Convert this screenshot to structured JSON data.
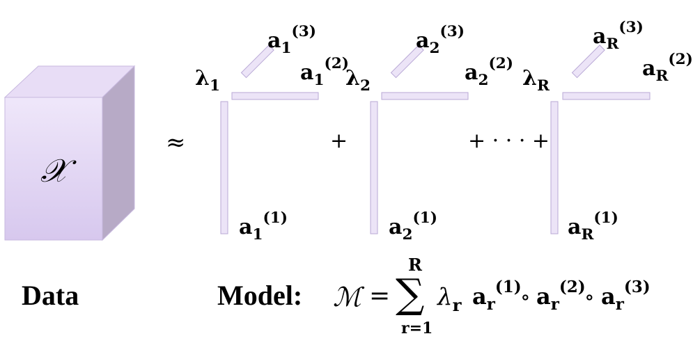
{
  "colors": {
    "bar_fill": "#ece4f7",
    "bar_stroke": "#b9a9d6",
    "cube_front_top": "#efe7fa",
    "cube_front_bottom": "#d7c8ee",
    "cube_top": "#e8ddf6",
    "cube_side": "#b7aac6",
    "cube_stroke": "#c7b8df"
  },
  "cube": {
    "symbol": "𝒳"
  },
  "approx": "≈",
  "plus": "+",
  "plus_dots": "+ · · · +",
  "terms": [
    {
      "lambda": "λ",
      "index": "1",
      "a3_sub": "1",
      "a3_sup": "(3)",
      "a2_sub": "1",
      "a2_sup": "(2)",
      "a1_sub": "1",
      "a1_sup": "(1)"
    },
    {
      "lambda": "λ",
      "index": "2",
      "a3_sub": "2",
      "a3_sup": "(3)",
      "a2_sub": "2",
      "a2_sup": "(2)",
      "a1_sub": "2",
      "a1_sup": "(1)"
    },
    {
      "lambda": "λ",
      "index": "R",
      "a3_sub": "R",
      "a3_sup": "(3)",
      "a2_sub": "R",
      "a2_sup": "(2)",
      "a1_sub": "R",
      "a1_sup": "(1)"
    }
  ],
  "vector_letter": "a",
  "captions": {
    "data": "Data",
    "model": "Model:"
  },
  "formula": {
    "lhs": "ℳ",
    "equals": "=",
    "sum": "∑",
    "sum_upper": "R",
    "sum_lower": "r=1",
    "lambda": "λ",
    "r": "r",
    "op": "∘",
    "sup1": "(1)",
    "sup2": "(2)",
    "sup3": "(3)"
  }
}
